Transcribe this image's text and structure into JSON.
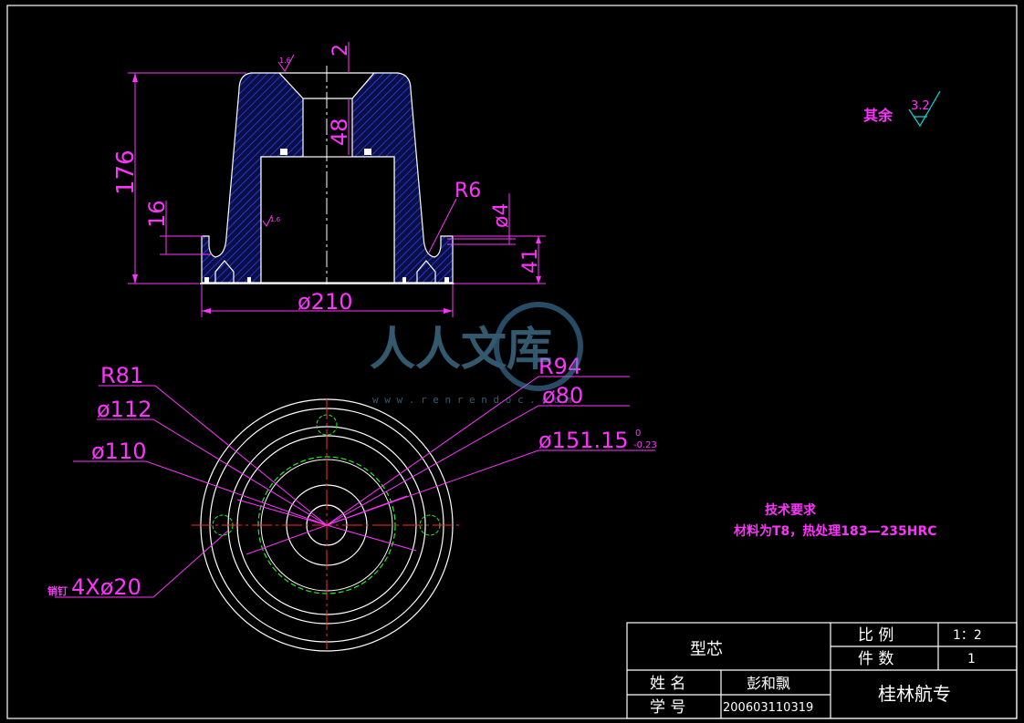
{
  "drawing": {
    "part_name": "型芯",
    "surface": {
      "rest_label": "其余",
      "rest_value": "3.2",
      "top_value": "1.6",
      "side_value": "1.6"
    },
    "section_dims": {
      "height_total": "176",
      "height_flange": "16",
      "top_offset": "2",
      "inner_depth": "48",
      "fillet": "R6",
      "hole_dia": "ø4",
      "hole_height": "41",
      "base_dia": "ø210"
    },
    "plan_dims": {
      "r81": "R81",
      "d112": "ø112",
      "d110": "ø110",
      "r94": "R94",
      "d80": "ø80",
      "d151": "ø151.15",
      "d151_tol_up": "0",
      "d151_tol_low": "-0.23",
      "pins_label": "销钉",
      "pins": "4Xø20"
    },
    "tech": {
      "title": "技术要求",
      "line": "材料为T8，热处理183—235HRC"
    }
  },
  "title_block": {
    "name_label": "姓 名",
    "name_value": "彭和飘",
    "id_label": "学 号",
    "id_value": "200603110319",
    "scale_label": "比 例",
    "scale_value": "1：2",
    "qty_label": "件 数",
    "qty_value": "1",
    "school": "桂林航专"
  },
  "watermark": {
    "text": "人人文库",
    "url": "w w w . r e n r e n d o c . c o m"
  },
  "colors": {
    "dimension": "#ff33ff",
    "outline": "#ffffff",
    "hatch": "#3a50ff",
    "centerline": "#ff2a2a",
    "pitch_circle": "#22ee22",
    "surface_mark": "#00e0e0"
  }
}
